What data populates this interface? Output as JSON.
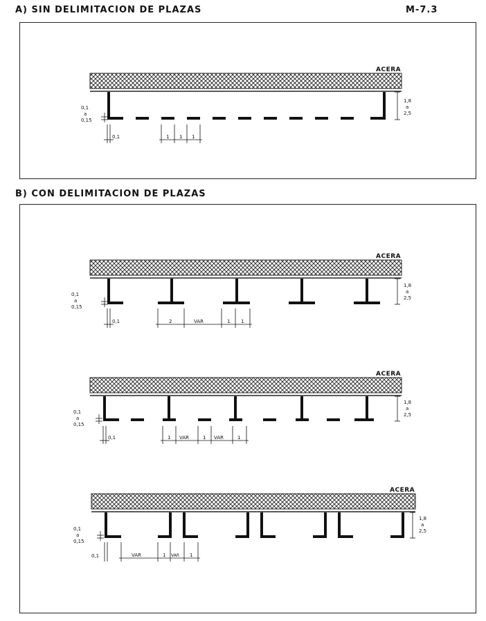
{
  "page_code": "M-7.3",
  "section_a": {
    "title": "A) SIN DELIMITACION DE PLAZAS"
  },
  "section_b": {
    "title": "B) CON DELIMITACION DE PLAZAS"
  },
  "labels": {
    "acera": "ACERA",
    "dim_length_top": "1,8",
    "dim_length_mid": "a",
    "dim_length_bot": "2,5",
    "dim_width_top": "0,1",
    "dim_width_mid": "a",
    "dim_width_bot": "0,15",
    "line_gap": "0,1",
    "one": "1",
    "two": "2",
    "var": "VAR",
    "var_small": "VAR"
  }
}
